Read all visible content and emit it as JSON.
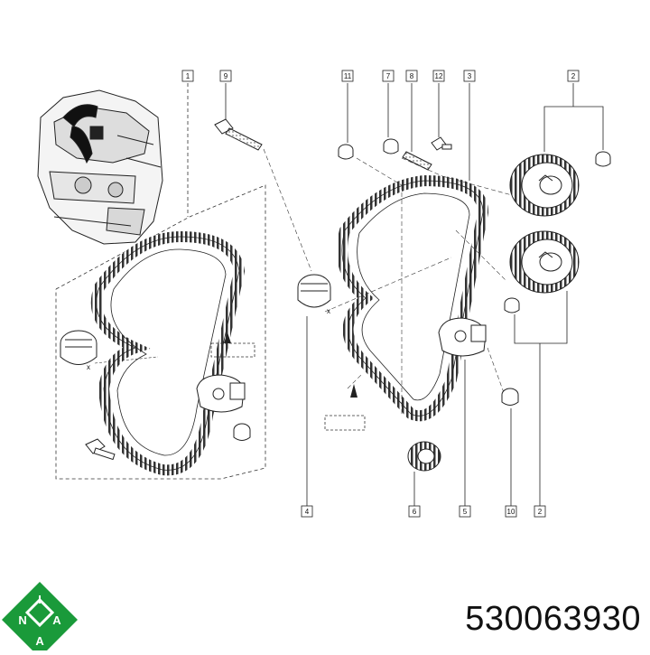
{
  "callouts": [
    {
      "id": "c1",
      "label": "1"
    },
    {
      "id": "c9",
      "label": "9"
    },
    {
      "id": "c11",
      "label": "11"
    },
    {
      "id": "c7",
      "label": "7"
    },
    {
      "id": "c8",
      "label": "8"
    },
    {
      "id": "c12",
      "label": "12"
    },
    {
      "id": "c3",
      "label": "3"
    },
    {
      "id": "c2top",
      "label": "2"
    },
    {
      "id": "c4",
      "label": "4"
    },
    {
      "id": "c6",
      "label": "6"
    },
    {
      "id": "c5",
      "label": "5"
    },
    {
      "id": "c10",
      "label": "10"
    },
    {
      "id": "c2bot",
      "label": "2"
    }
  ],
  "brand": {
    "name": "INA",
    "color": "#1a9a3a"
  },
  "part_number": "530063930",
  "marks": {
    "x_mark": "x"
  },
  "colors": {
    "line": "#222222",
    "belt": "#333333",
    "fill": "#ffffff"
  }
}
